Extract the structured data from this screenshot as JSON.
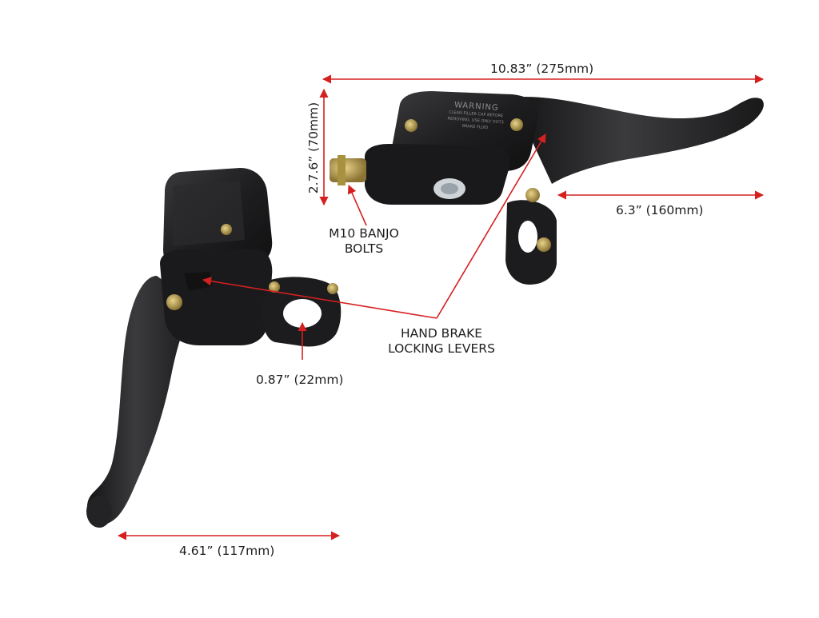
{
  "dimensions": {
    "overall_length": "10.83” (275mm)",
    "height": "2.7.6” (70mm)",
    "lever_reach": "6.3” (160mm)",
    "lever_length": "4.61” (117mm)",
    "bar_clamp": "0.87” (22mm)"
  },
  "callouts": {
    "banjo_line1": "M10 BANJO",
    "banjo_line2": "BOLTS",
    "locking_line1": "HAND BRAKE",
    "locking_line2": "LOCKING LEVERS"
  },
  "reservoir_cap": {
    "title": "WARNING",
    "line1": "CLEAN FILLER CAP BEFORE",
    "line2": "REMOVING. USE ONLY DOT3",
    "line3": "BRAKE FLUID"
  },
  "colors": {
    "dimension_arrow": "#d62020",
    "part_body": "#1f1f21",
    "text": "#1e1e1e"
  }
}
